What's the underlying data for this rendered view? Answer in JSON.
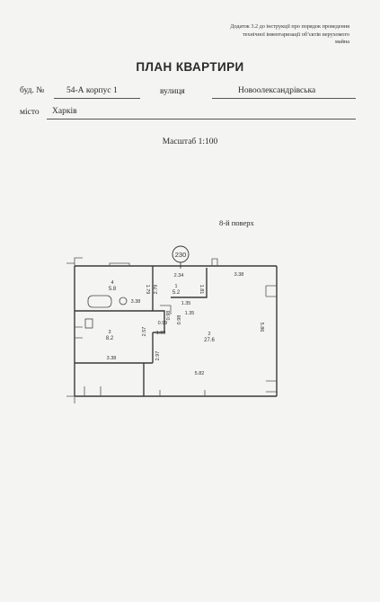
{
  "document": {
    "appendix_note": [
      "Додаток 3.2 до інструкції про порядок проведення",
      "технічної інвентаризації об’єктів нерухомого",
      "майна"
    ],
    "title": "ПЛАН КВАРТИРИ",
    "building_label": "буд. №",
    "building_value": "54-А  корпус 1",
    "street_label": "вулиця",
    "street_value": "Новоолександрівська",
    "city_label": "місто",
    "city_value": "Харків",
    "scale": "Масштаб 1:100",
    "floor": "8-й поверх"
  },
  "plan": {
    "marker": "230",
    "rooms": [
      {
        "num": "4",
        "area": "5.8"
      },
      {
        "num": "1",
        "area": "5.2"
      },
      {
        "num": "2",
        "area": "27.6"
      },
      {
        "num": "3",
        "area": "8.2"
      }
    ],
    "dimensions": [
      "2.34",
      "3.38",
      "3.38",
      "1.79",
      "2.79",
      "1.81",
      "1.35",
      "1.35",
      "0.98",
      "0.99",
      "0.98",
      "1.09",
      "2.57",
      "2.97",
      "5.86",
      "3.38",
      "5.82"
    ]
  }
}
